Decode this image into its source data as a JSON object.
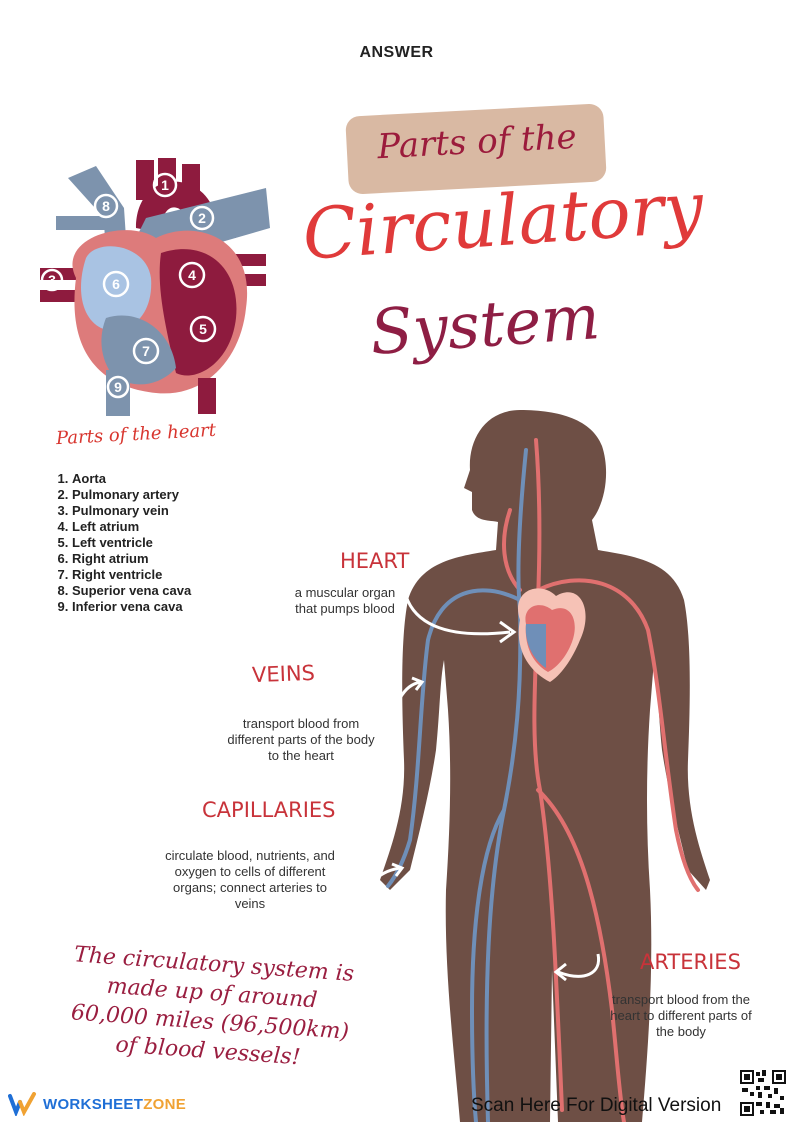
{
  "header": {
    "answer_label": "ANSWER"
  },
  "title": {
    "line1": "Parts of the",
    "line2": "Circulatory",
    "line3": "System"
  },
  "heart_diagram": {
    "markers": [
      "1",
      "2",
      "3",
      "4",
      "5",
      "6",
      "7",
      "8",
      "9"
    ]
  },
  "heart_parts": {
    "title": "Parts of the heart",
    "items": [
      "Aorta",
      "Pulmonary artery",
      "Pulmonary vein",
      "Left atrium",
      "Left ventricle",
      "Right atrium",
      "Right ventricle",
      "Superior vena cava",
      "Inferior vena cava"
    ]
  },
  "labels": {
    "heart": {
      "title": "HEART",
      "desc": "a muscular organ that pumps blood"
    },
    "veins": {
      "title": "VEINS",
      "desc": "transport blood from different parts of the body to the heart"
    },
    "capillaries": {
      "title": "CAPILLARIES",
      "desc": "circulate blood, nutrients, and oxygen to cells of different organs; connect arteries to veins"
    },
    "arteries": {
      "title": "ARTERIES",
      "desc": "transport blood from the heart to different parts of the body"
    }
  },
  "fact": "The circulatory system is made up of around 60,000 miles (96,500km) of blood vessels!",
  "footer": {
    "logo_part1": "WORKSHEET",
    "logo_part2": "ZONE",
    "scan_text": "Scan Here For Digital Version"
  },
  "colors": {
    "body": "#6e4f45",
    "artery": "#e0706f",
    "vein": "#6f8fb8",
    "heart_dark": "#8e1b3e",
    "heart_pink": "#dd7b7b",
    "vessel_blue": "#7d93ad",
    "pill": "#d9b9a3",
    "title_red": "#e03a3a",
    "title_maroon": "#8e1e44"
  }
}
